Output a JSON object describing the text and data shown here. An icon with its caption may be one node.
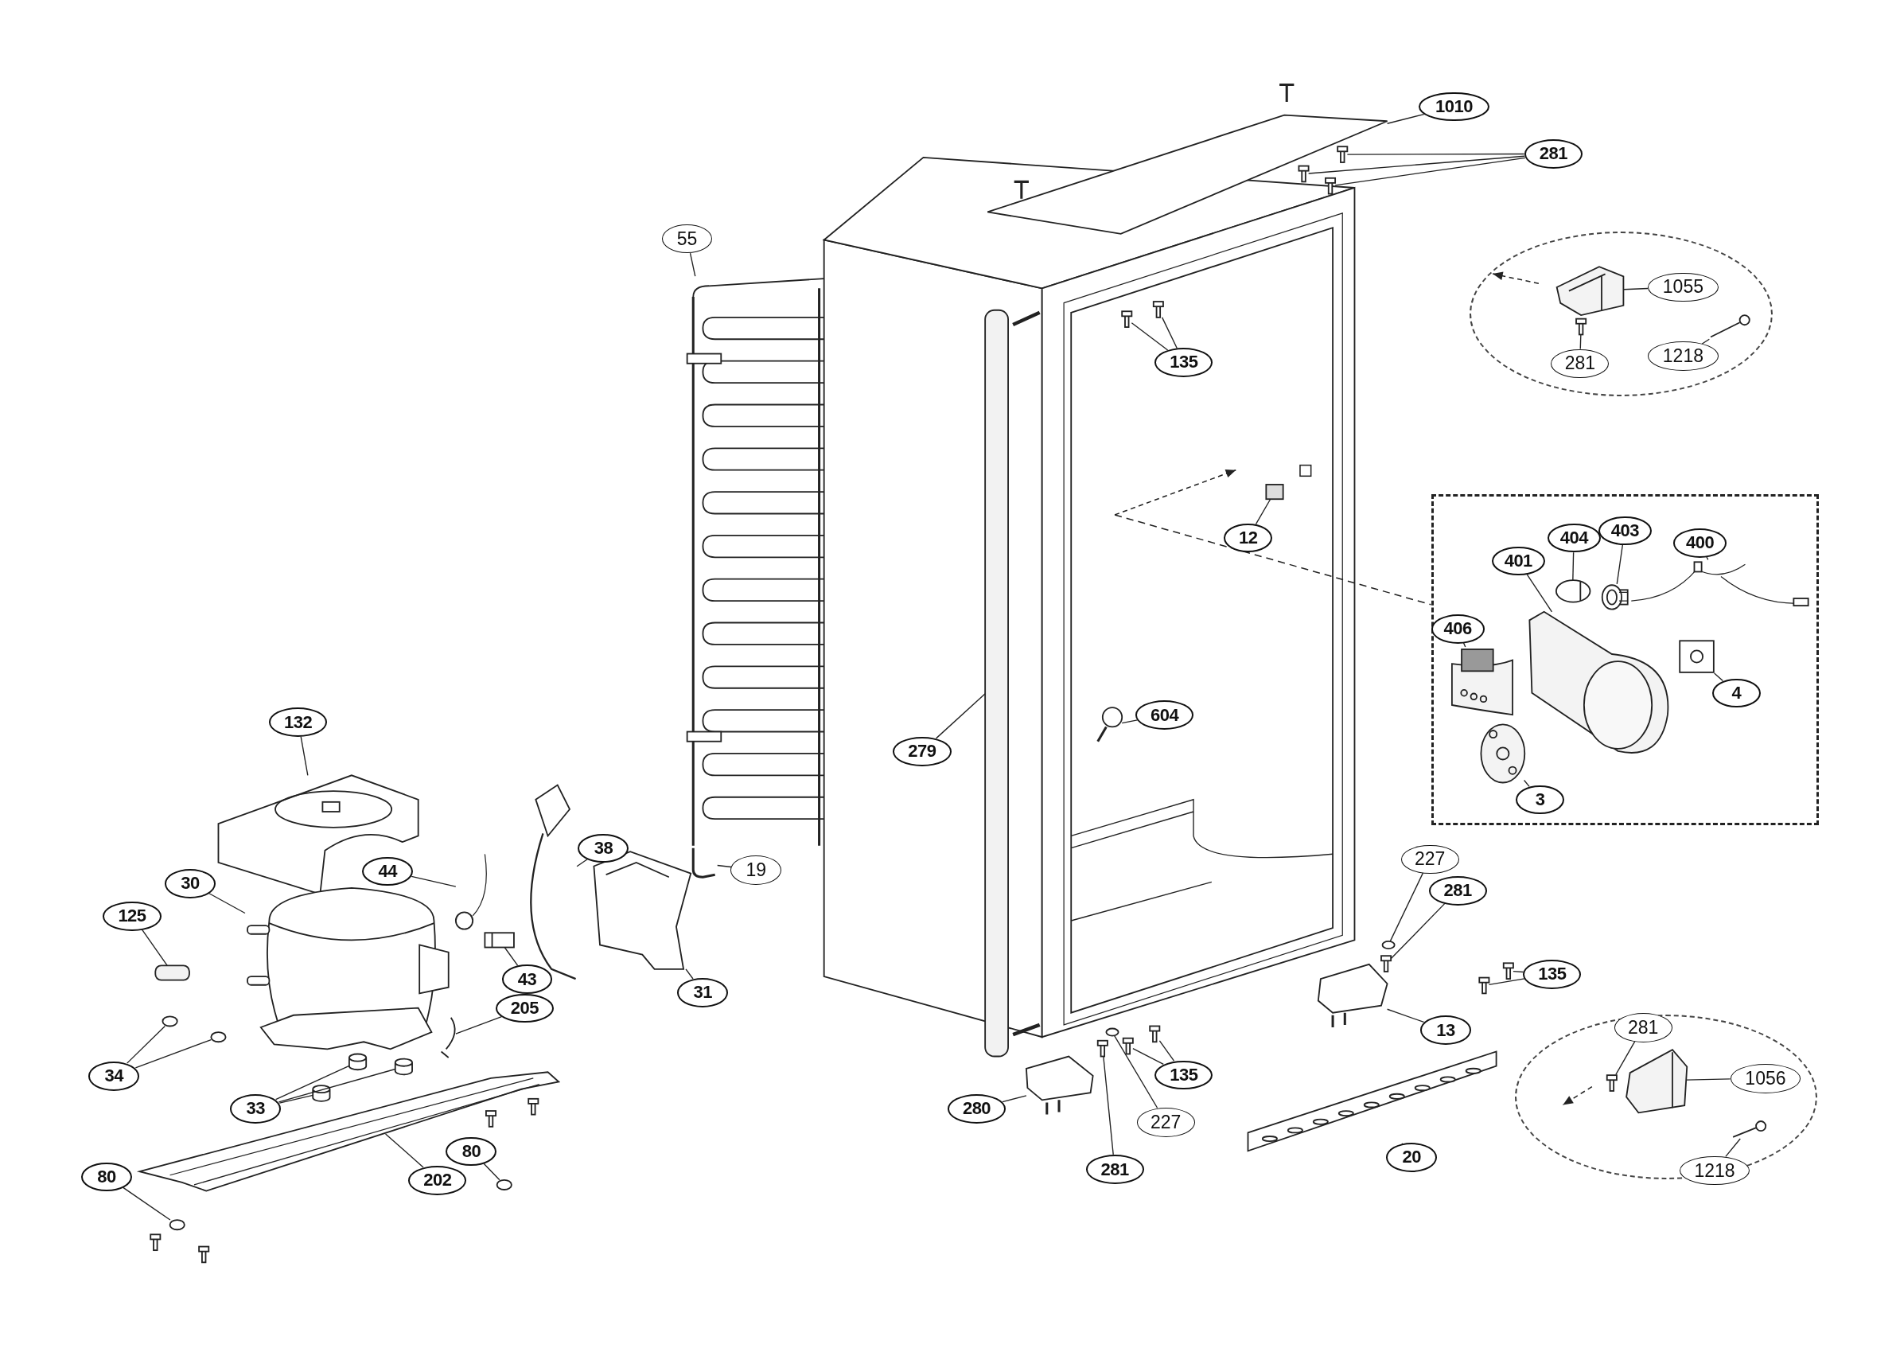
{
  "diagram": {
    "nodes": [
      {
        "text": [
          "1010"
        ]
      },
      {
        "text": [
          "281"
        ]
      },
      {
        "text": [],
        "shape": "ellipse"
      },
      {
        "text": [
          "1055"
        ],
        "in": 2
      },
      {
        "text": [
          "281"
        ],
        "in": 2
      },
      {
        "text": [
          "1218"
        ],
        "in": 2
      },
      {
        "text": [
          "55"
        ]
      },
      {
        "text": [
          "135"
        ]
      },
      {
        "text": [
          "12"
        ]
      },
      {
        "text": [],
        "shape": "box"
      },
      {
        "text": [
          "404"
        ],
        "in": 9
      },
      {
        "text": [
          "403"
        ],
        "in": 9
      },
      {
        "text": [
          "400"
        ],
        "in": 9
      },
      {
        "text": [
          "401"
        ],
        "in": 9
      },
      {
        "text": [
          "406"
        ],
        "in": 9
      },
      {
        "text": [
          "4"
        ],
        "in": 9
      },
      {
        "text": [
          "3"
        ],
        "in": 9
      },
      {
        "text": [
          "604"
        ]
      },
      {
        "text": [
          "279"
        ]
      },
      {
        "text": [
          "132"
        ]
      },
      {
        "text": [
          "38"
        ]
      },
      {
        "text": [
          "44"
        ]
      },
      {
        "text": [
          "19"
        ]
      },
      {
        "text": [
          "30"
        ]
      },
      {
        "text": [
          "125"
        ]
      },
      {
        "text": [
          "227"
        ]
      },
      {
        "text": [
          "281"
        ]
      },
      {
        "text": [
          "135"
        ]
      },
      {
        "text": [
          "43"
        ]
      },
      {
        "text": [
          "31"
        ]
      },
      {
        "text": [
          "205"
        ]
      },
      {
        "text": [
          "34"
        ]
      },
      {
        "text": [
          "13"
        ]
      },
      {
        "text": [
          "33"
        ]
      },
      {
        "text": [
          "135"
        ]
      },
      {
        "text": [
          "280"
        ]
      },
      {
        "text": [
          "227"
        ]
      },
      {
        "text": [
          "80"
        ]
      },
      {
        "text": [
          "202"
        ]
      },
      {
        "text": [
          "20"
        ]
      },
      {
        "text": [
          "80"
        ]
      },
      {
        "text": [
          "281"
        ]
      },
      {
        "text": [],
        "shape": "ellipse"
      },
      {
        "text": [
          "281"
        ],
        "in": 42
      },
      {
        "text": [
          "1056"
        ],
        "in": 42
      },
      {
        "text": [
          "1218"
        ],
        "in": 42
      },
      {
        "text": [],
        "shape": "picture"
      },
      {
        "text": [],
        "shape": "picture"
      },
      {
        "text": [],
        "shape": "picture"
      },
      {
        "text": [],
        "shape": "picture"
      },
      {
        "text": [],
        "shape": "picture",
        "in": 2
      },
      {
        "text": [],
        "shape": "picture",
        "in": 2
      },
      {
        "text": [],
        "shape": "picture",
        "in": 2
      },
      {
        "text": [],
        "shape": "picture"
      },
      {
        "text": [],
        "shape": "picture"
      },
      {
        "text": [],
        "shape": "picture"
      },
      {
        "text": [],
        "shape": "box"
      },
      {
        "text": [],
        "shape": "picture",
        "in": 9
      },
      {
        "text": [],
        "shape": "picture",
        "in": 9
      },
      {
        "text": [],
        "shape": "picture",
        "in": 9
      },
      {
        "text": [],
        "shape": "picture",
        "in": 9
      },
      {
        "text": [],
        "shape": "picture",
        "in": 9
      },
      {
        "text": [],
        "shape": "picture",
        "in": 9
      },
      {
        "text": [],
        "shape": "picture",
        "in": 9
      },
      {
        "text": [],
        "shape": "picture"
      },
      {
        "text": [],
        "shape": "bar"
      },
      {
        "text": [],
        "shape": "picture"
      },
      {
        "text": [],
        "shape": "picture"
      },
      {
        "text": [],
        "shape": "picture"
      },
      {
        "text": [],
        "shape": "picture"
      },
      {
        "text": [],
        "shape": "bar"
      },
      {
        "text": [],
        "shape": "circle"
      },
      {
        "text": [],
        "shape": "picture"
      },
      {
        "text": [],
        "shape": "picture"
      },
      {
        "text": [],
        "shape": "picture"
      },
      {
        "text": [],
        "shape": "picture"
      },
      {
        "text": [],
        "shape": "picture"
      },
      {
        "text": [],
        "shape": "picture"
      },
      {
        "text": [],
        "shape": "circle"
      },
      {
        "text": [],
        "shape": "circle"
      },
      {
        "text": [],
        "shape": "picture"
      },
      {
        "text": [],
        "shape": "cylinder"
      },
      {
        "text": [],
        "shape": "cylinder"
      },
      {
        "text": [],
        "shape": "cylinder"
      },
      {
        "text": [],
        "shape": "picture"
      },
      {
        "text": [],
        "shape": "picture"
      },
      {
        "text": [],
        "shape": "picture"
      },
      {
        "text": [],
        "shape": "circle"
      },
      {
        "text": [],
        "shape": "circle"
      },
      {
        "text": [],
        "shape": "picture"
      },
      {
        "text": [],
        "shape": "picture"
      },
      {
        "text": [],
        "shape": "circle"
      },
      {
        "text": [],
        "shape": "picture"
      },
      {
        "text": [],
        "shape": "picture",
        "in": 42
      },
      {
        "text": [],
        "shape": "picture",
        "in": 42
      },
      {
        "text": [],
        "shape": "picture",
        "in": 42
      },
      {
        "text": [],
        "shape": "picture"
      }
    ],
    "edges": [
      {
        "from": 0,
        "to": 46,
        "arrow": "none"
      },
      {
        "from": 1,
        "to": 47,
        "arrow": "none"
      },
      {
        "from": 1,
        "to": 48,
        "arrow": "none"
      },
      {
        "from": 1,
        "to": 49,
        "arrow": "none"
      },
      {
        "from": 3,
        "to": 50,
        "arrow": "none"
      },
      {
        "from": 4,
        "to": 51,
        "arrow": "none"
      },
      {
        "from": 5,
        "to": 52,
        "arrow": "none"
      },
      {
        "from": 6,
        "to": 53,
        "arrow": "none"
      },
      {
        "from": 7,
        "to": 54,
        "arrow": "none"
      },
      {
        "from": 7,
        "to": 55,
        "arrow": "none"
      },
      {
        "from": 8,
        "to": 56,
        "arrow": "none"
      },
      {
        "from": 10,
        "to": 57,
        "arrow": "none"
      },
      {
        "from": 11,
        "to": 58,
        "arrow": "none"
      },
      {
        "from": 12,
        "to": 59,
        "arrow": "none"
      },
      {
        "from": 13,
        "to": 60,
        "arrow": "none"
      },
      {
        "from": 14,
        "to": 61,
        "arrow": "none"
      },
      {
        "from": 15,
        "to": 62,
        "arrow": "none"
      },
      {
        "from": 16,
        "to": 63,
        "arrow": "none"
      },
      {
        "from": 17,
        "to": 64,
        "arrow": "none"
      },
      {
        "from": 18,
        "to": 65,
        "arrow": "none"
      },
      {
        "from": 19,
        "to": 66,
        "arrow": "none"
      },
      {
        "from": 20,
        "to": 67,
        "arrow": "none"
      },
      {
        "from": 21,
        "to": 68,
        "arrow": "none"
      },
      {
        "from": 22,
        "to": 96,
        "arrow": "none"
      },
      {
        "from": 23,
        "to": 69,
        "arrow": "none"
      },
      {
        "from": 24,
        "to": 70,
        "arrow": "none"
      },
      {
        "from": 25,
        "to": 71,
        "arrow": "none"
      },
      {
        "from": 26,
        "to": 72,
        "arrow": "none"
      },
      {
        "from": 27,
        "to": 73,
        "arrow": "none"
      },
      {
        "from": 27,
        "to": 74,
        "arrow": "none"
      },
      {
        "from": 28,
        "to": 75,
        "arrow": "none"
      },
      {
        "from": 29,
        "to": 76,
        "arrow": "none"
      },
      {
        "from": 30,
        "to": 77,
        "arrow": "none"
      },
      {
        "from": 31,
        "to": 78,
        "arrow": "none"
      },
      {
        "from": 31,
        "to": 79,
        "arrow": "none"
      },
      {
        "from": 32,
        "to": 80,
        "arrow": "none"
      },
      {
        "from": 33,
        "to": 81,
        "arrow": "none"
      },
      {
        "from": 33,
        "to": 82,
        "arrow": "none"
      },
      {
        "from": 33,
        "to": 83,
        "arrow": "none"
      },
      {
        "from": 34,
        "to": 84,
        "arrow": "none"
      },
      {
        "from": 34,
        "to": 85,
        "arrow": "none"
      },
      {
        "from": 35,
        "to": 86,
        "arrow": "none"
      },
      {
        "from": 36,
        "to": 87,
        "arrow": "none"
      },
      {
        "from": 37,
        "to": 88,
        "arrow": "none"
      },
      {
        "from": 38,
        "to": 89,
        "arrow": "none"
      },
      {
        "from": 39,
        "to": 90,
        "arrow": "none"
      },
      {
        "from": 40,
        "to": 91,
        "arrow": "none"
      },
      {
        "from": 41,
        "to": 92,
        "arrow": "none"
      },
      {
        "from": 43,
        "to": 93,
        "arrow": "none"
      },
      {
        "from": 44,
        "to": 94,
        "arrow": "none"
      },
      {
        "from": 45,
        "to": 95,
        "arrow": "none"
      },
      {
        "from": null,
        "to": 9,
        "arrow": "none",
        "style": "dashed"
      }
    ]
  }
}
